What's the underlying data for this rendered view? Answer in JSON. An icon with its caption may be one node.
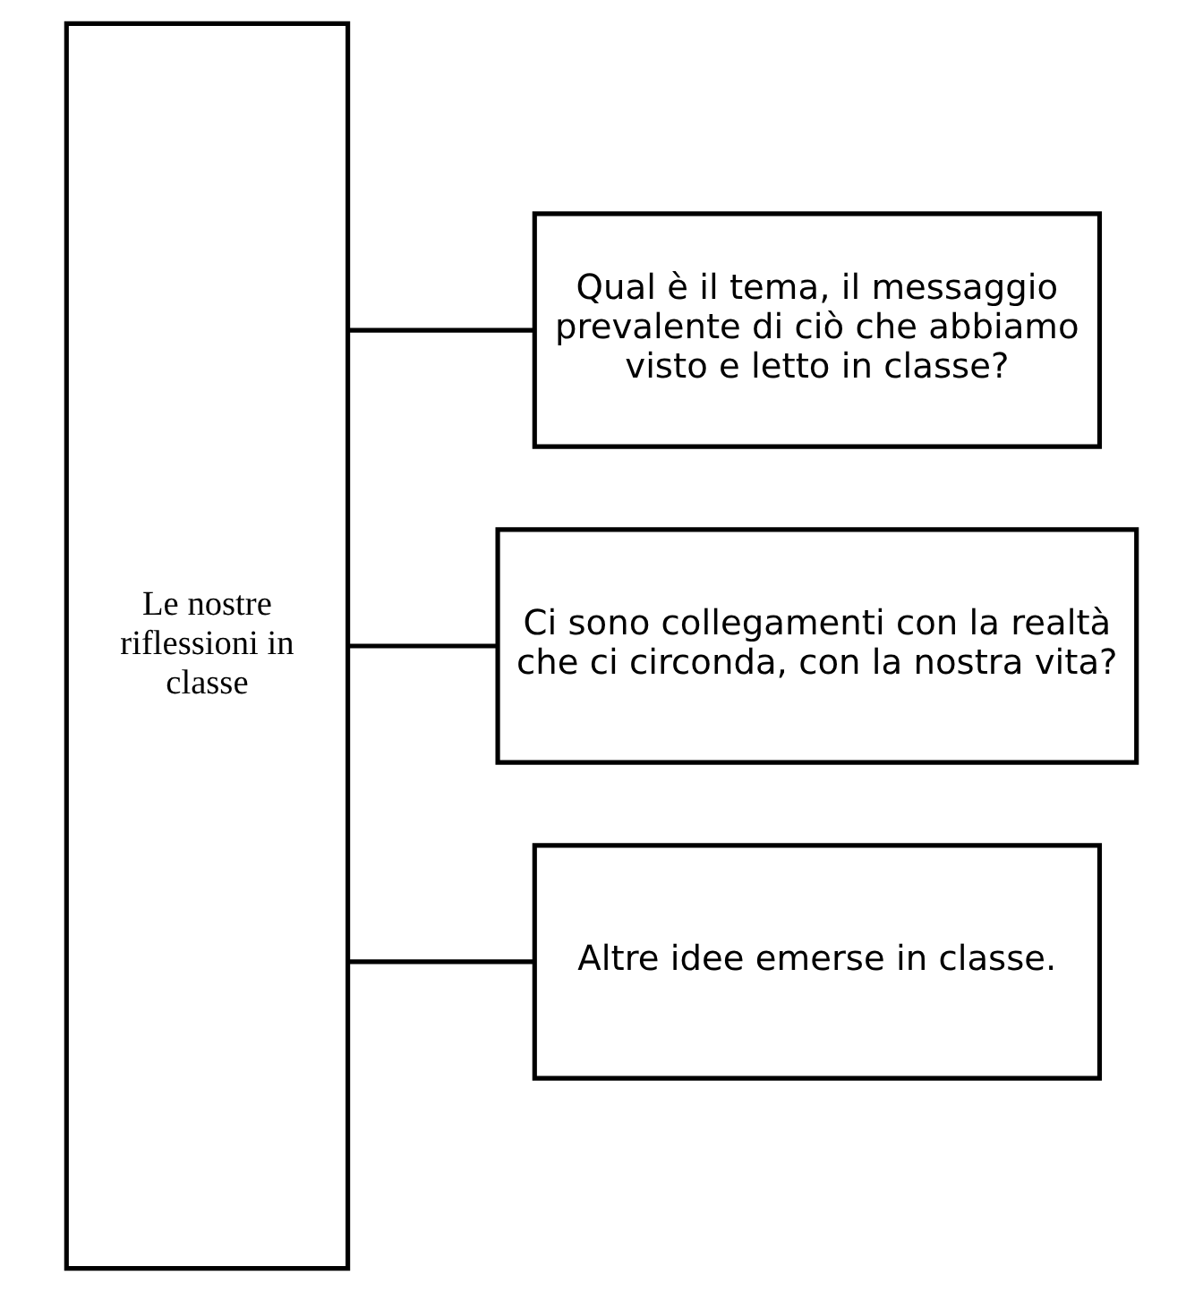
{
  "diagram": {
    "nodes": [
      {
        "text": [
          "Le nostre riflessioni in classe"
        ]
      },
      {
        "text": [
          "Qual è il tema, il messaggio prevalente di ciò che abbiamo visto e letto in classe?"
        ]
      },
      {
        "text": [
          "Ci sono collegamenti con la realtà che ci circonda, con la nostra vita?"
        ]
      },
      {
        "text": [
          "Altre idee emerse in classe."
        ]
      }
    ],
    "edges": [
      {
        "from": 0,
        "to": 1,
        "arrow": "none"
      },
      {
        "from": 0,
        "to": 2,
        "arrow": "none"
      },
      {
        "from": 0,
        "to": 3,
        "arrow": "none"
      }
    ]
  }
}
